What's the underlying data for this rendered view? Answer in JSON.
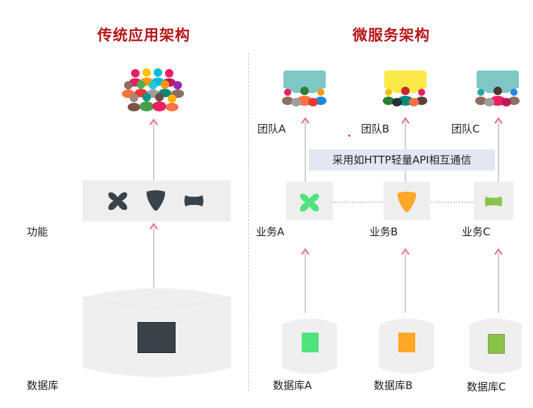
{
  "titles": {
    "traditional": "传统应用架构",
    "microservice": "微服务架构"
  },
  "left": {
    "function_label": "功能",
    "database_label": "数据库"
  },
  "right": {
    "teams": [
      "团队A",
      "团队B",
      "团队C"
    ],
    "services": [
      "业务A",
      "业务B",
      "业务C"
    ],
    "databases": [
      "数据库A",
      "数据库B",
      "数据库C"
    ],
    "comm_label": "采用如HTTP轻量API相互通信"
  },
  "colors": {
    "title_red": "#b7141a",
    "arrow_pink": "#e6709a",
    "service_a": "#4fe37e",
    "service_b": "#ffa726",
    "service_c": "#8bc34a",
    "team_a_bg": "#7fc7c4",
    "team_b_bg": "#fbe94a",
    "team_c_bg": "#7fc7c4",
    "dark_shape": "#3a424a"
  },
  "icons": {
    "crowd": "people-group-icon",
    "team": "team-people-icon",
    "database": "database-cylinder-icon",
    "service_a": "x-shape-icon",
    "service_b": "triangle-shape-icon",
    "service_c": "bowtie-shape-icon"
  }
}
